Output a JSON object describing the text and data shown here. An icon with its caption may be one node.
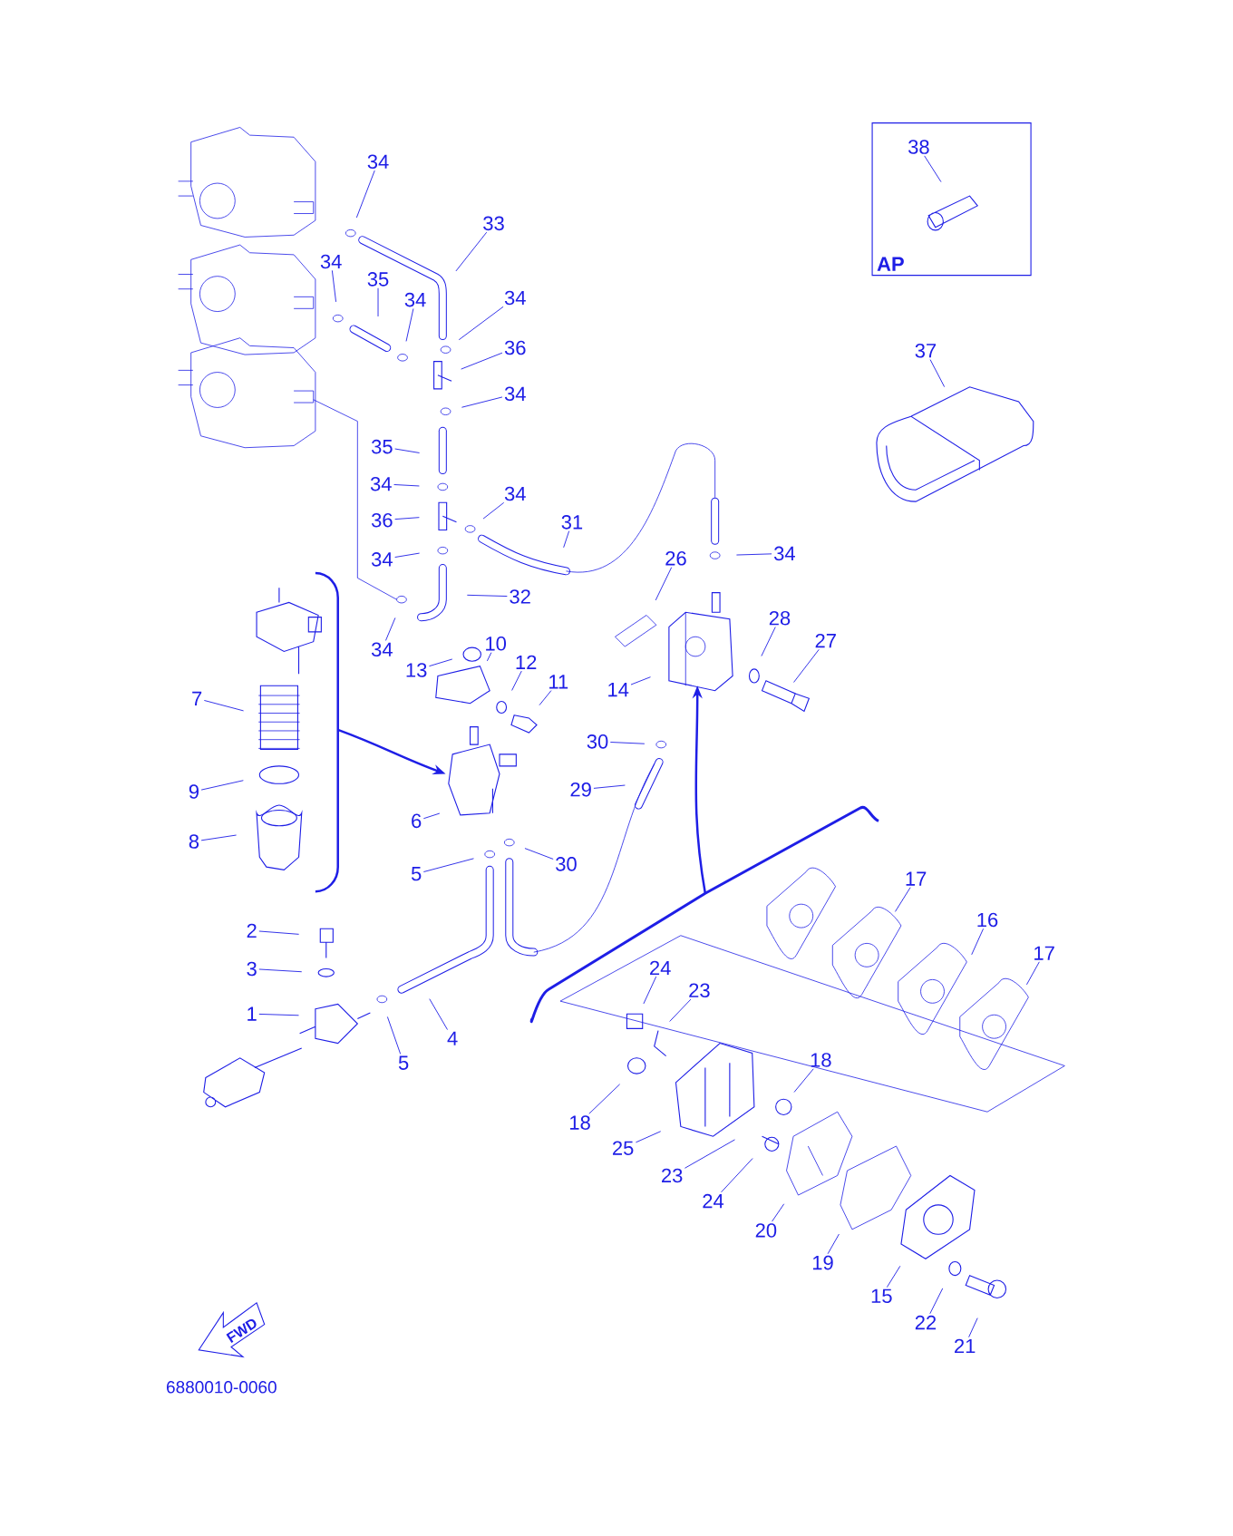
{
  "diagram": {
    "nodes": [
      {
        "text": [
          "AP"
        ]
      },
      {
        "text": [
          "38"
        ],
        "in": 0
      },
      {
        "text": [
          "34"
        ]
      },
      {
        "text": [
          "33"
        ]
      },
      {
        "text": [
          "34"
        ]
      },
      {
        "text": [
          "35"
        ]
      },
      {
        "text": [
          "34"
        ]
      },
      {
        "text": [
          "34"
        ]
      },
      {
        "text": [
          "36"
        ]
      },
      {
        "text": [
          "37"
        ]
      },
      {
        "text": [
          "34"
        ]
      },
      {
        "text": [
          "35"
        ]
      },
      {
        "text": [
          "34"
        ]
      },
      {
        "text": [
          "34"
        ]
      },
      {
        "text": [
          "36"
        ]
      },
      {
        "text": [
          "31"
        ]
      },
      {
        "text": [
          "34"
        ]
      },
      {
        "text": [
          "26"
        ]
      },
      {
        "text": [
          "34"
        ]
      },
      {
        "text": [
          "32"
        ]
      },
      {
        "text": [
          "28"
        ]
      },
      {
        "text": [
          "27"
        ]
      },
      {
        "text": [
          "10"
        ]
      },
      {
        "text": [
          "34"
        ]
      },
      {
        "text": [
          "13"
        ]
      },
      {
        "text": [
          "12"
        ]
      },
      {
        "text": [
          "11"
        ]
      },
      {
        "text": [
          "14"
        ]
      },
      {
        "text": [
          "7"
        ]
      },
      {
        "text": [
          "30"
        ]
      },
      {
        "text": [
          "29"
        ]
      },
      {
        "text": [
          "9"
        ]
      },
      {
        "text": [
          "6"
        ]
      },
      {
        "text": [
          "8"
        ]
      },
      {
        "text": [
          "30"
        ]
      },
      {
        "text": [
          "5"
        ]
      },
      {
        "text": [
          "17"
        ]
      },
      {
        "text": [
          "16"
        ]
      },
      {
        "text": [
          "2"
        ]
      },
      {
        "text": [
          "17"
        ]
      },
      {
        "text": [
          "3"
        ]
      },
      {
        "text": [
          "24"
        ]
      },
      {
        "text": [
          "23"
        ]
      },
      {
        "text": [
          "1"
        ]
      },
      {
        "text": [
          "4"
        ]
      },
      {
        "text": [
          "18"
        ]
      },
      {
        "text": [
          "5"
        ]
      },
      {
        "text": [
          "18"
        ]
      },
      {
        "text": [
          "25"
        ]
      },
      {
        "text": [
          "23"
        ]
      },
      {
        "text": [
          "24"
        ]
      },
      {
        "text": [
          "20"
        ]
      },
      {
        "text": [
          "19"
        ]
      },
      {
        "text": [
          "15"
        ]
      },
      {
        "text": [
          "22"
        ]
      },
      {
        "text": [
          "21"
        ]
      }
    ],
    "edges": [
      {
        "from": 1,
        "to": null,
        "arrow": "none"
      },
      {
        "from": 2,
        "to": null,
        "arrow": "none"
      },
      {
        "from": 3,
        "to": null,
        "arrow": "none"
      },
      {
        "from": 4,
        "to": null,
        "arrow": "none"
      },
      {
        "from": 5,
        "to": null,
        "arrow": "none"
      },
      {
        "from": 6,
        "to": null,
        "arrow": "none"
      },
      {
        "from": 7,
        "to": null,
        "arrow": "none"
      },
      {
        "from": 8,
        "to": null,
        "arrow": "none"
      },
      {
        "from": 9,
        "to": null,
        "arrow": "none"
      },
      {
        "from": 10,
        "to": null,
        "arrow": "none"
      },
      {
        "from": 11,
        "to": null,
        "arrow": "none"
      },
      {
        "from": 12,
        "to": null,
        "arrow": "none"
      },
      {
        "from": 13,
        "to": null,
        "arrow": "none"
      },
      {
        "from": 14,
        "to": null,
        "arrow": "none"
      },
      {
        "from": 15,
        "to": null,
        "arrow": "none"
      },
      {
        "from": 16,
        "to": null,
        "arrow": "none"
      },
      {
        "from": 17,
        "to": null,
        "arrow": "none"
      },
      {
        "from": 18,
        "to": null,
        "arrow": "none"
      },
      {
        "from": 19,
        "to": null,
        "arrow": "none"
      },
      {
        "from": 20,
        "to": null,
        "arrow": "none"
      },
      {
        "from": 21,
        "to": null,
        "arrow": "none"
      },
      {
        "from": 22,
        "to": null,
        "arrow": "none"
      },
      {
        "from": 23,
        "to": null,
        "arrow": "none"
      },
      {
        "from": 24,
        "to": null,
        "arrow": "none"
      },
      {
        "from": 25,
        "to": null,
        "arrow": "none"
      },
      {
        "from": 26,
        "to": null,
        "arrow": "none"
      },
      {
        "from": 27,
        "to": null,
        "arrow": "none"
      },
      {
        "from": 28,
        "to": null,
        "arrow": "none"
      },
      {
        "from": 29,
        "to": null,
        "arrow": "none"
      },
      {
        "from": 30,
        "to": null,
        "arrow": "none"
      },
      {
        "from": 31,
        "to": null,
        "arrow": "none"
      },
      {
        "from": 32,
        "to": null,
        "arrow": "none"
      },
      {
        "from": 33,
        "to": null,
        "arrow": "none"
      },
      {
        "from": 34,
        "to": null,
        "arrow": "none"
      },
      {
        "from": 35,
        "to": null,
        "arrow": "none"
      },
      {
        "from": 36,
        "to": null,
        "arrow": "none"
      },
      {
        "from": 37,
        "to": null,
        "arrow": "none"
      },
      {
        "from": 38,
        "to": null,
        "arrow": "none"
      },
      {
        "from": 39,
        "to": null,
        "arrow": "none"
      },
      {
        "from": 40,
        "to": null,
        "arrow": "none"
      },
      {
        "from": 41,
        "to": null,
        "arrow": "none"
      },
      {
        "from": 42,
        "to": null,
        "arrow": "none"
      },
      {
        "from": 43,
        "to": null,
        "arrow": "none"
      },
      {
        "from": 44,
        "to": null,
        "arrow": "none"
      },
      {
        "from": 45,
        "to": null,
        "arrow": "none"
      },
      {
        "from": 46,
        "to": null,
        "arrow": "none"
      },
      {
        "from": 47,
        "to": null,
        "arrow": "none"
      },
      {
        "from": 48,
        "to": null,
        "arrow": "none"
      },
      {
        "from": 49,
        "to": null,
        "arrow": "none"
      },
      {
        "from": 50,
        "to": null,
        "arrow": "none"
      },
      {
        "from": 51,
        "to": null,
        "arrow": "none"
      },
      {
        "from": 52,
        "to": null,
        "arrow": "none"
      },
      {
        "from": 53,
        "to": null,
        "arrow": "none"
      },
      {
        "from": 54,
        "to": null,
        "arrow": "none"
      },
      {
        "from": 55,
        "to": null,
        "arrow": "none"
      }
    ],
    "labels": [
      "FWD",
      "6880010-0060"
    ]
  }
}
